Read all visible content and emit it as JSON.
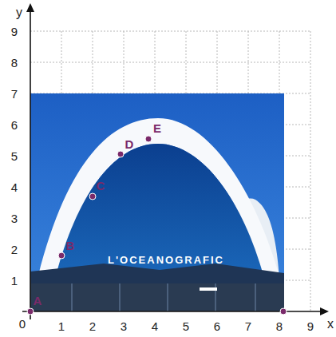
{
  "diagram": {
    "labels": [
      "y",
      "x",
      "0",
      "1",
      "2",
      "3",
      "4",
      "5",
      "6",
      "7",
      "8",
      "9",
      "1",
      "2",
      "3",
      "4",
      "5",
      "6",
      "7",
      "8",
      "9",
      "A",
      "B",
      "C",
      "D",
      "E",
      "L'OCEANOGRAFIC"
    ]
  }
}
